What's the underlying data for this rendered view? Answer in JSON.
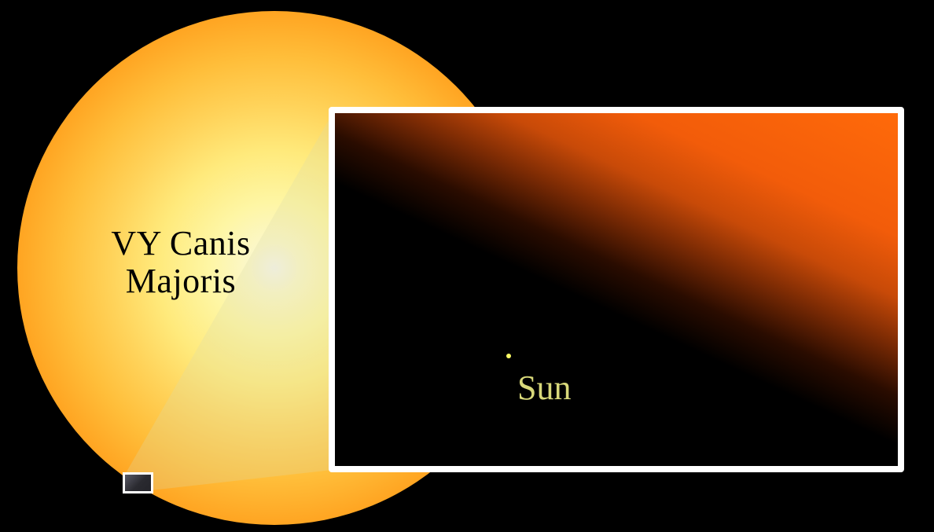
{
  "star": {
    "label_line1": "VY Canis",
    "label_line2": "Majoris"
  },
  "sun": {
    "label": "Sun"
  },
  "colors": {
    "background": "#000000",
    "star_core": "#fef6a4",
    "star_edge": "#ff8f16",
    "frame": "#ffffff",
    "sun_dot": "#ffff66",
    "sun_label": "#d9d97a"
  }
}
